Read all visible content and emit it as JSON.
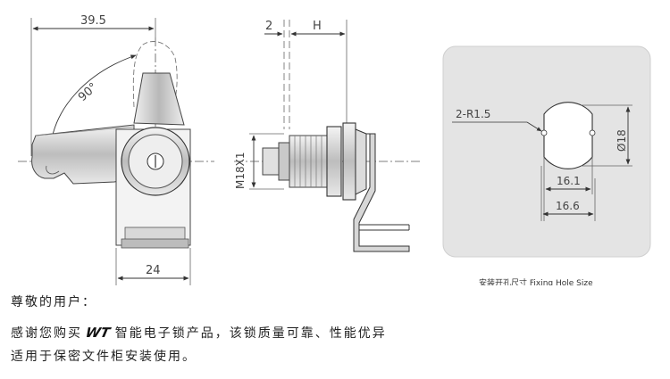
{
  "drawing": {
    "front_view": {
      "width_label": "39.5",
      "angle_label": "90°",
      "bottom_label": "24"
    },
    "side_view": {
      "gap_label": "2",
      "h_label": "H",
      "thread_label": "M18X1"
    },
    "hole_panel": {
      "radius_label": "2-R1.5",
      "diameter_label": "Ø18",
      "width_small_label": "16.1",
      "width_large_label": "16.6",
      "caption": "安装开孔尺寸 Fixing Hole Size"
    }
  },
  "text": {
    "greeting": "尊敬的用户：",
    "line2_before": "感谢您购买",
    "brand": "WT",
    "line2_after": "智能电子锁产品，该锁质量可靠、性能优异",
    "line3": "适用于保密文件柜安装使用。"
  }
}
